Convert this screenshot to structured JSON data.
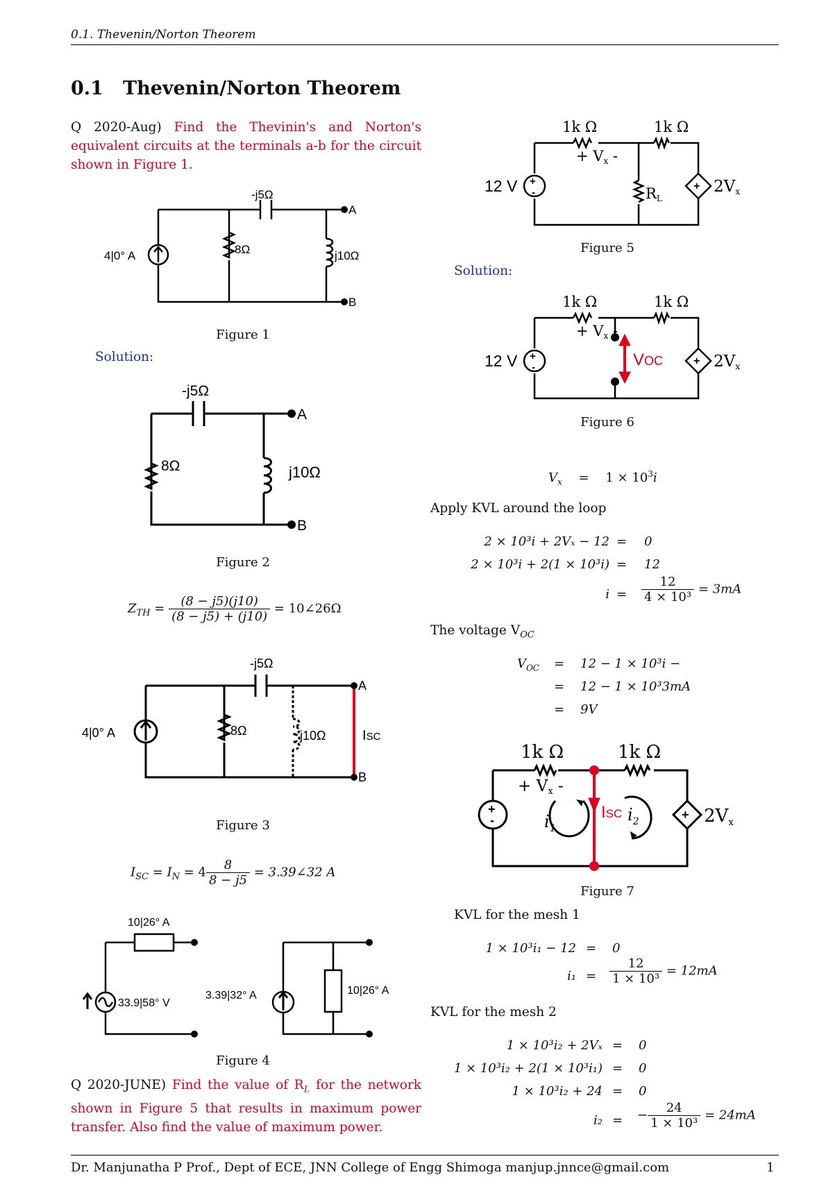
{
  "header": {
    "running_title": "0.1.   Thevenin/Norton Theorem"
  },
  "section": {
    "number": "0.1",
    "title": "Thevenin/Norton Theorem"
  },
  "q1": {
    "prefix": "Q 2020-Aug)",
    "text": "Find the Thevinin's and Norton's equivalent circuits at the terminals a-b for the circuit shown in Figure 1."
  },
  "fig1": {
    "caption": "Figure 1",
    "cap_label": "-j5Ω",
    "res_label": "8Ω",
    "ind_label": "j10Ω",
    "src_label": "4|0° A",
    "a": "A",
    "b": "B"
  },
  "solution1": "Solution:",
  "fig2": {
    "caption": "Figure 2",
    "cap_label": "-j5Ω",
    "res_label": "8Ω",
    "ind_label": "j10Ω",
    "a": "A",
    "b": "B"
  },
  "eq_zth": {
    "lhs": "Z",
    "sub": "TH",
    "num": "(8 − j5)(j10)",
    "den": "(8 − j5) + (j10)",
    "rhs": "= 10∠26Ω"
  },
  "fig3": {
    "caption": "Figure 3",
    "cap_label": "-j5Ω",
    "res_label": "8Ω",
    "ind_label": "j10Ω",
    "src_label": "4|0° A",
    "isc": "I",
    "isc_sub": "SC",
    "a": "A",
    "b": "B"
  },
  "eq_isc": {
    "lhs": "I",
    "lhs_sub": "SC",
    "mid": " = I",
    "mid_sub": "N",
    "eq": " = 4",
    "num": "8",
    "den": "8 − j5",
    "rhs": "= 3.39∠32 A"
  },
  "fig4": {
    "caption": "Figure 4",
    "z_label": "10|26° A",
    "v_label": "33.9|58° V",
    "i_label": "3.39|32° A",
    "z2_label": "10|26° A"
  },
  "q2": {
    "prefix": "Q 2020-JUNE)",
    "text": "Find the value of R",
    "sub": "L",
    "text2": " for the network shown in Figure 5 that results in maximum power transfer.  Also find the value of maximum power."
  },
  "fig5": {
    "caption": "Figure 5",
    "r1": "1k Ω",
    "r2": "1k Ω",
    "vsrc": "12 V",
    "vx": "+ V",
    "vx_sub": "x",
    "vx_minus": " -",
    "rl": "R",
    "rl_sub": "L",
    "dep": "2V",
    "dep_sub": "x"
  },
  "solution2": "Solution:",
  "fig6": {
    "caption": "Figure 6",
    "r1": "1k Ω",
    "r2": "1k Ω",
    "vsrc": "12 V",
    "vx": "+ V",
    "vx_sub": "x",
    "vx_minus": " -",
    "voc": "V",
    "voc_sub": "OC",
    "dep": "2V",
    "dep_sub": "x"
  },
  "eq_vx": {
    "lhs": "V",
    "lhs_sub": "x",
    "rhs": "1 × 10",
    "exp": "3",
    "var": "i"
  },
  "text_kvl_loop": "Apply KVL around the loop",
  "eq_loop": [
    {
      "lhs": "2 × 10³i + 2Vₓ − 12",
      "rhs": "0"
    },
    {
      "lhs": "2 × 10³i + 2(1 × 10³i)",
      "rhs": "12"
    },
    {
      "lhs": "i",
      "num": "12",
      "den": "4 × 10³",
      "rhs": "= 3mA"
    }
  ],
  "text_voltage": "The voltage V",
  "text_voltage_sub": "OC",
  "eq_voc": [
    {
      "lhs": "V",
      "lhs_sub": "OC",
      "rhs": "12 − 1 × 10³i −"
    },
    {
      "rhs": "12 − 1 × 10³3mA"
    },
    {
      "rhs": "9V"
    }
  ],
  "fig7": {
    "caption": "Figure 7",
    "r1": "1k Ω",
    "r2": "1k Ω",
    "vx": "+ V",
    "vx_sub": "x",
    "vx_minus": " -",
    "i1": "i",
    "i1_sub": "1",
    "i2": "i",
    "i2_sub": "2",
    "isc": "I",
    "isc_sub": "SC",
    "dep": "2V",
    "dep_sub": "x"
  },
  "text_mesh1": "KVL for the mesh 1",
  "eq_mesh1": [
    {
      "lhs": "1 × 10³i₁ − 12",
      "rhs": "0"
    },
    {
      "lhs": "i₁",
      "num": "12",
      "den": "1 × 10³",
      "rhs": "= 12mA"
    }
  ],
  "text_mesh2": "KVL for the mesh 2",
  "eq_mesh2": [
    {
      "lhs": "1 × 10³i₂ + 2Vₓ",
      "rhs": "0"
    },
    {
      "lhs": "1 × 10³i₂ + 2(1 × 10³i₁)",
      "rhs": "0"
    },
    {
      "lhs": "1 × 10³i₂ + 24",
      "rhs": "0"
    },
    {
      "lhs": "i₂",
      "pre": "−",
      "num": "24",
      "den": "1 × 10³",
      "rhs": "= 24mA"
    }
  ],
  "footer": {
    "text": "Dr. Manjunatha P Prof., Dept of ECE, JNN College of Engg Shimoga manjup.jnnce@gmail.com",
    "page": "1"
  }
}
